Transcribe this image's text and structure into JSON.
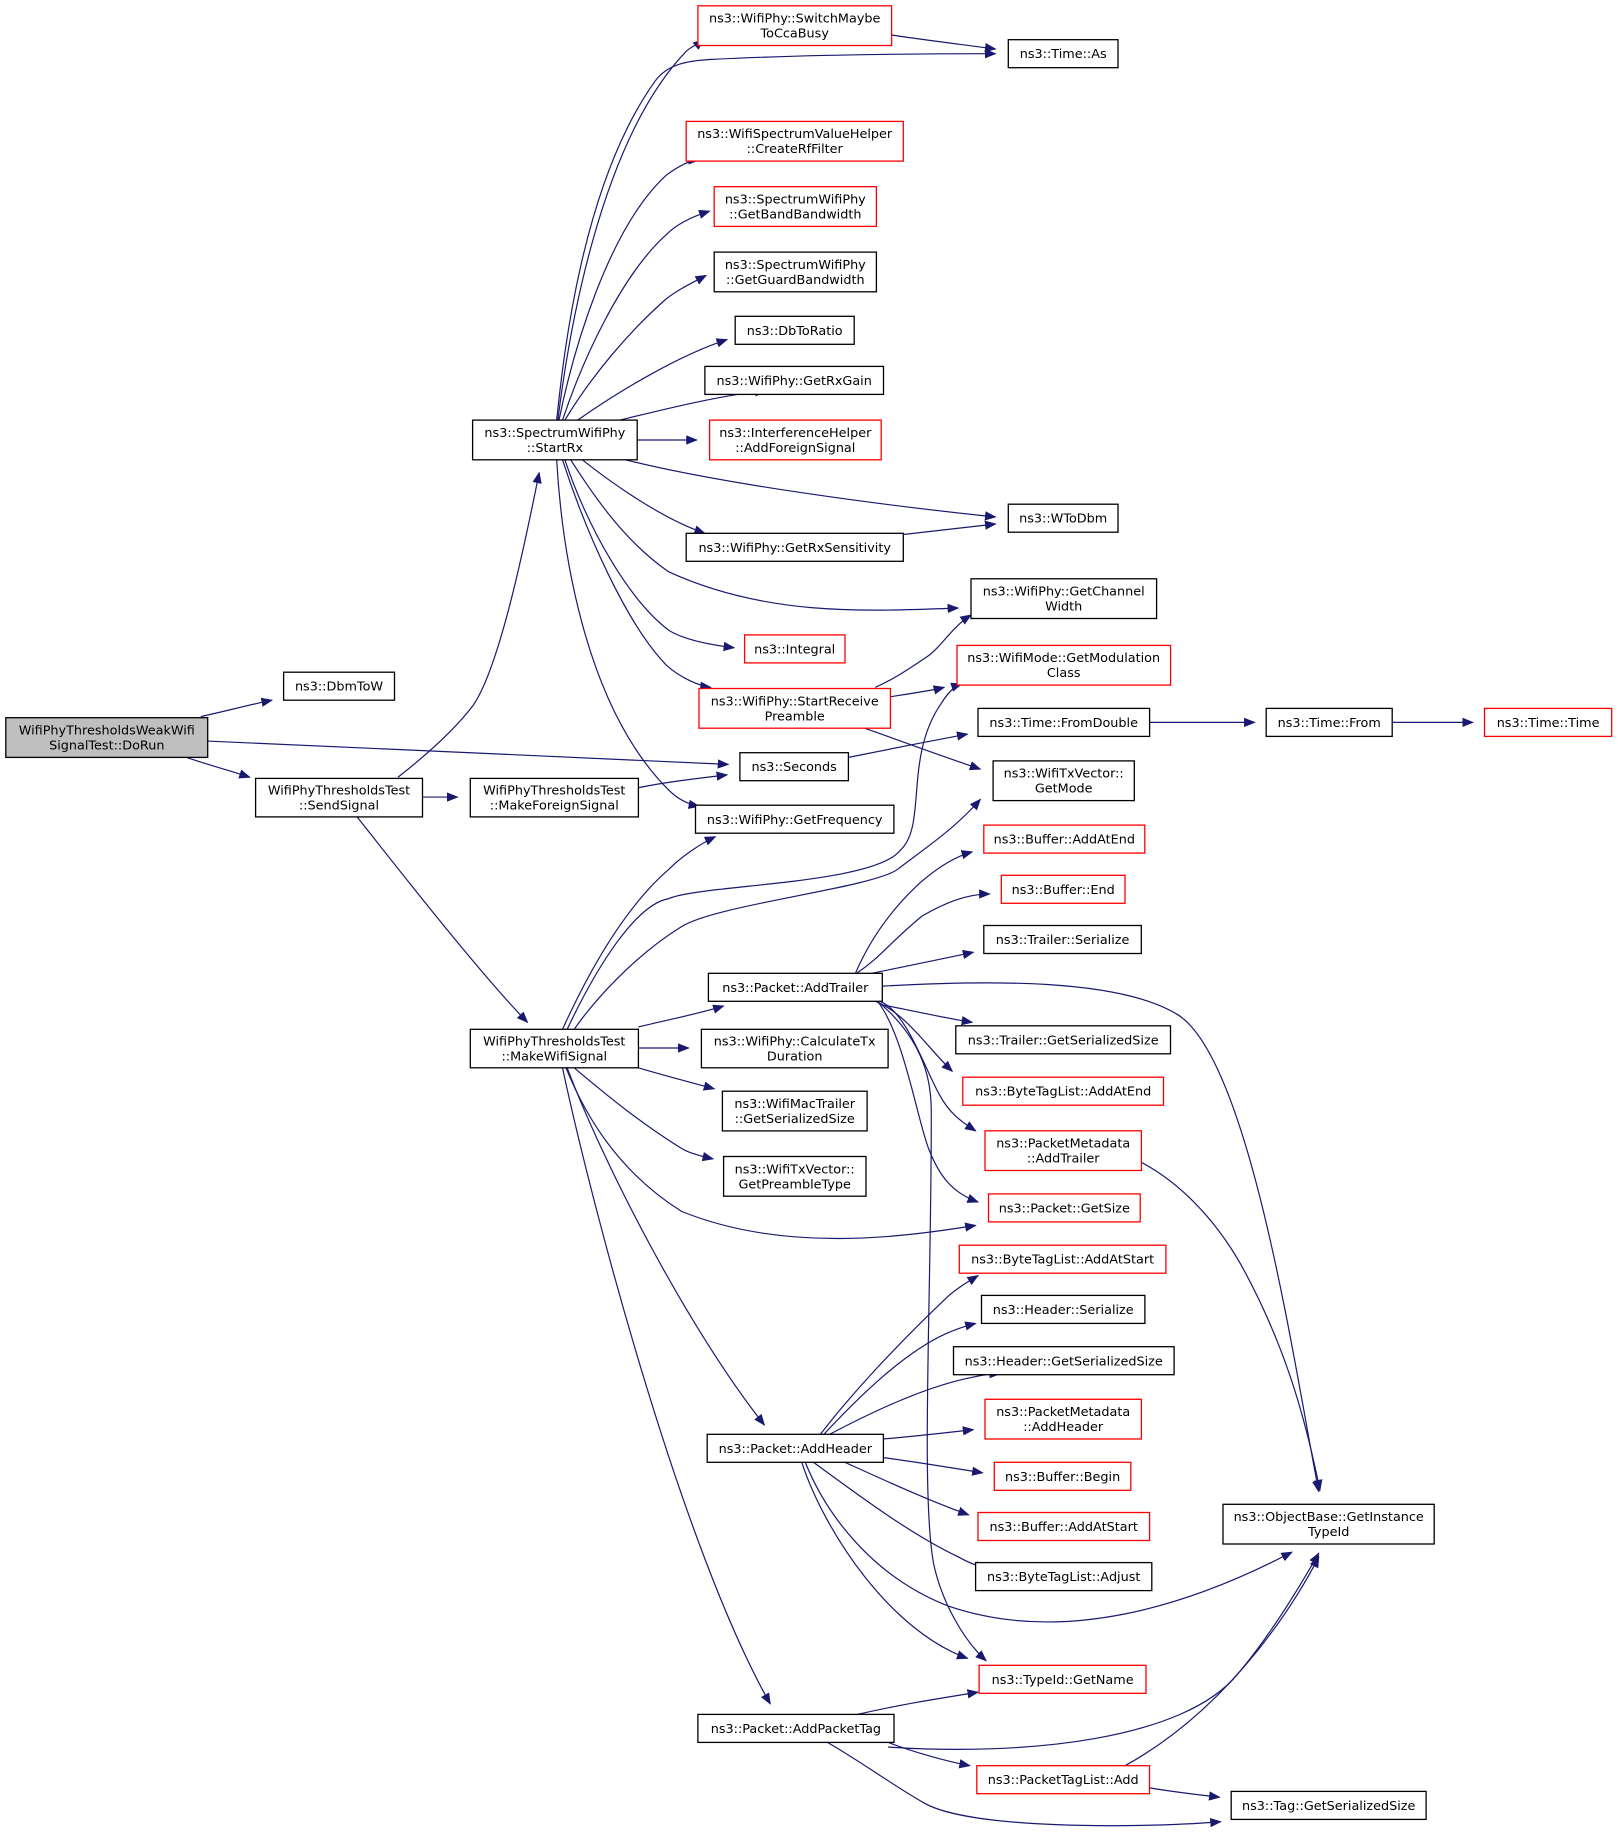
{
  "colors": {
    "edge": "#191970",
    "border_normal": "#000000",
    "border_incomplete": "#ff0000",
    "root_fill": "#bfbfbf",
    "node_fill": "#ffffff"
  },
  "nodes": {
    "root": {
      "lines": [
        "WifiPhyThresholdsWeakWifi",
        "SignalTest::DoRun"
      ],
      "style": "root"
    },
    "dbmtow": {
      "lines": [
        "ns3::DbmToW"
      ],
      "style": "normal"
    },
    "sendsignal": {
      "lines": [
        "WifiPhyThresholdsTest",
        "::SendSignal"
      ],
      "style": "normal"
    },
    "startrx": {
      "lines": [
        "ns3::SpectrumWifiPhy",
        "::StartRx"
      ],
      "style": "normal"
    },
    "makeforeign": {
      "lines": [
        "WifiPhyThresholdsTest",
        "::MakeForeignSignal"
      ],
      "style": "normal"
    },
    "makewifi": {
      "lines": [
        "WifiPhyThresholdsTest",
        "::MakeWifiSignal"
      ],
      "style": "normal"
    },
    "switchmaybe": {
      "lines": [
        "ns3::WifiPhy::SwitchMaybe",
        "ToCcaBusy"
      ],
      "style": "incomplete"
    },
    "timeas": {
      "lines": [
        "ns3::Time::As"
      ],
      "style": "normal"
    },
    "createrf": {
      "lines": [
        "ns3::WifiSpectrumValueHelper",
        "::CreateRfFilter"
      ],
      "style": "incomplete"
    },
    "getbandbw": {
      "lines": [
        "ns3::SpectrumWifiPhy",
        "::GetBandBandwidth"
      ],
      "style": "incomplete"
    },
    "getguardbw": {
      "lines": [
        "ns3::SpectrumWifiPhy",
        "::GetGuardBandwidth"
      ],
      "style": "normal"
    },
    "dbtoratio": {
      "lines": [
        "ns3::DbToRatio"
      ],
      "style": "normal"
    },
    "getrxgain": {
      "lines": [
        "ns3::WifiPhy::GetRxGain"
      ],
      "style": "normal"
    },
    "addforeign": {
      "lines": [
        "ns3::InterferenceHelper",
        "::AddForeignSignal"
      ],
      "style": "incomplete"
    },
    "wtodbm": {
      "lines": [
        "ns3::WToDbm"
      ],
      "style": "normal"
    },
    "getrxsens": {
      "lines": [
        "ns3::WifiPhy::GetRxSensitivity"
      ],
      "style": "normal"
    },
    "getchanwidth": {
      "lines": [
        "ns3::WifiPhy::GetChannel",
        "Width"
      ],
      "style": "normal"
    },
    "integral": {
      "lines": [
        "ns3::Integral"
      ],
      "style": "incomplete"
    },
    "getmodclass": {
      "lines": [
        "ns3::WifiMode::GetModulation",
        "Class"
      ],
      "style": "incomplete"
    },
    "startreceive": {
      "lines": [
        "ns3::WifiPhy::StartReceive",
        "Preamble"
      ],
      "style": "incomplete"
    },
    "fromdouble": {
      "lines": [
        "ns3::Time::FromDouble"
      ],
      "style": "normal"
    },
    "timefrom": {
      "lines": [
        "ns3::Time::From"
      ],
      "style": "normal"
    },
    "timetime": {
      "lines": [
        "ns3::Time::Time"
      ],
      "style": "incomplete"
    },
    "seconds": {
      "lines": [
        "ns3::Seconds"
      ],
      "style": "normal"
    },
    "getmode": {
      "lines": [
        "ns3::WifiTxVector::",
        "GetMode"
      ],
      "style": "normal"
    },
    "getfreq": {
      "lines": [
        "ns3::WifiPhy::GetFrequency"
      ],
      "style": "normal"
    },
    "bufaddatend": {
      "lines": [
        "ns3::Buffer::AddAtEnd"
      ],
      "style": "incomplete"
    },
    "bufend": {
      "lines": [
        "ns3::Buffer::End"
      ],
      "style": "incomplete"
    },
    "trailerser": {
      "lines": [
        "ns3::Trailer::Serialize"
      ],
      "style": "normal"
    },
    "addtrailer": {
      "lines": [
        "ns3::Packet::AddTrailer"
      ],
      "style": "normal"
    },
    "trailergss": {
      "lines": [
        "ns3::Trailer::GetSerializedSize"
      ],
      "style": "normal"
    },
    "calctx": {
      "lines": [
        "ns3::WifiPhy::CalculateTx",
        "Duration"
      ],
      "style": "normal"
    },
    "btlatend": {
      "lines": [
        "ns3::ByteTagList::AddAtEnd"
      ],
      "style": "incomplete"
    },
    "wifimactrailer": {
      "lines": [
        "ns3::WifiMacTrailer",
        "::GetSerializedSize"
      ],
      "style": "normal"
    },
    "pmaddtrailer": {
      "lines": [
        "ns3::PacketMetadata",
        "::AddTrailer"
      ],
      "style": "incomplete"
    },
    "getpreamble": {
      "lines": [
        "ns3::WifiTxVector::",
        "GetPreambleType"
      ],
      "style": "normal"
    },
    "getsize": {
      "lines": [
        "ns3::Packet::GetSize"
      ],
      "style": "incomplete"
    },
    "btlatstart": {
      "lines": [
        "ns3::ByteTagList::AddAtStart"
      ],
      "style": "incomplete"
    },
    "headerser": {
      "lines": [
        "ns3::Header::Serialize"
      ],
      "style": "normal"
    },
    "headergss": {
      "lines": [
        "ns3::Header::GetSerializedSize"
      ],
      "style": "normal"
    },
    "pmaddheader": {
      "lines": [
        "ns3::PacketMetadata",
        "::AddHeader"
      ],
      "style": "incomplete"
    },
    "addheader": {
      "lines": [
        "ns3::Packet::AddHeader"
      ],
      "style": "normal"
    },
    "bufbegin": {
      "lines": [
        "ns3::Buffer::Begin"
      ],
      "style": "incomplete"
    },
    "getinstance": {
      "lines": [
        "ns3::ObjectBase::GetInstance",
        "TypeId"
      ],
      "style": "normal"
    },
    "bufaddatstart": {
      "lines": [
        "ns3::Buffer::AddAtStart"
      ],
      "style": "incomplete"
    },
    "btladjust": {
      "lines": [
        "ns3::ByteTagList::Adjust"
      ],
      "style": "normal"
    },
    "typeidgetname": {
      "lines": [
        "ns3::TypeId::GetName"
      ],
      "style": "incomplete"
    },
    "addpackettag": {
      "lines": [
        "ns3::Packet::AddPacketTag"
      ],
      "style": "normal"
    },
    "ptladd": {
      "lines": [
        "ns3::PacketTagList::Add"
      ],
      "style": "incomplete"
    },
    "taggss": {
      "lines": [
        "ns3::Tag::GetSerializedSize"
      ],
      "style": "normal"
    }
  },
  "edges": [
    [
      "root",
      "dbmtow"
    ],
    [
      "root",
      "seconds"
    ],
    [
      "root",
      "sendsignal"
    ],
    [
      "sendsignal",
      "startrx"
    ],
    [
      "sendsignal",
      "makeforeign"
    ],
    [
      "sendsignal",
      "makewifi"
    ],
    [
      "makeforeign",
      "seconds"
    ],
    [
      "startrx",
      "switchmaybe"
    ],
    [
      "startrx",
      "timeas"
    ],
    [
      "startrx",
      "createrf"
    ],
    [
      "startrx",
      "getbandbw"
    ],
    [
      "startrx",
      "getguardbw"
    ],
    [
      "startrx",
      "dbtoratio"
    ],
    [
      "startrx",
      "getrxgain"
    ],
    [
      "startrx",
      "addforeign"
    ],
    [
      "startrx",
      "wtodbm"
    ],
    [
      "startrx",
      "getrxsens"
    ],
    [
      "startrx",
      "getchanwidth"
    ],
    [
      "startrx",
      "integral"
    ],
    [
      "startrx",
      "startreceive"
    ],
    [
      "startrx",
      "getfreq"
    ],
    [
      "switchmaybe",
      "timeas"
    ],
    [
      "getrxsens",
      "wtodbm"
    ],
    [
      "startreceive",
      "getchanwidth"
    ],
    [
      "startreceive",
      "getmodclass"
    ],
    [
      "startreceive",
      "getmode"
    ],
    [
      "seconds",
      "fromdouble"
    ],
    [
      "fromdouble",
      "timefrom"
    ],
    [
      "timefrom",
      "timetime"
    ],
    [
      "makewifi",
      "getfreq"
    ],
    [
      "makewifi",
      "getmodclass"
    ],
    [
      "makewifi",
      "getmode"
    ],
    [
      "makewifi",
      "addtrailer"
    ],
    [
      "makewifi",
      "calctx"
    ],
    [
      "makewifi",
      "wifimactrailer"
    ],
    [
      "makewifi",
      "getpreamble"
    ],
    [
      "makewifi",
      "getsize"
    ],
    [
      "makewifi",
      "addheader"
    ],
    [
      "makewifi",
      "addpackettag"
    ],
    [
      "addtrailer",
      "bufaddatend"
    ],
    [
      "addtrailer",
      "bufend"
    ],
    [
      "addtrailer",
      "trailerser"
    ],
    [
      "addtrailer",
      "trailergss"
    ],
    [
      "addtrailer",
      "btlatend"
    ],
    [
      "addtrailer",
      "pmaddtrailer"
    ],
    [
      "addtrailer",
      "getsize"
    ],
    [
      "addtrailer",
      "getinstance"
    ],
    [
      "addtrailer",
      "typeidgetname"
    ],
    [
      "pmaddtrailer",
      "getinstance"
    ],
    [
      "addheader",
      "btlatstart"
    ],
    [
      "addheader",
      "headerser"
    ],
    [
      "addheader",
      "headergss"
    ],
    [
      "addheader",
      "pmaddheader"
    ],
    [
      "addheader",
      "bufbegin"
    ],
    [
      "addheader",
      "bufaddatstart"
    ],
    [
      "addheader",
      "btladjust"
    ],
    [
      "addheader",
      "getinstance"
    ],
    [
      "addheader",
      "typeidgetname"
    ],
    [
      "pmaddheader",
      "getinstance"
    ],
    [
      "addpackettag",
      "typeidgetname"
    ],
    [
      "addpackettag",
      "getinstance"
    ],
    [
      "addpackettag",
      "ptladd"
    ],
    [
      "addpackettag",
      "taggss"
    ],
    [
      "ptladd",
      "getinstance"
    ],
    [
      "ptladd",
      "taggss"
    ]
  ]
}
